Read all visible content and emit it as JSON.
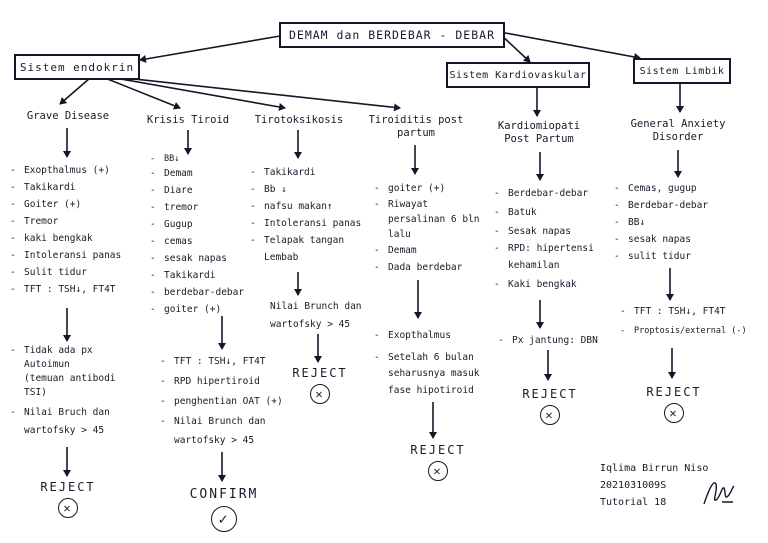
{
  "title": "DEMAM dan BERDEBAR - DEBAR",
  "groups": {
    "endokrin": "Sistem endokrin",
    "kardio": "Sistem Kardiovaskular",
    "limbik": "Sistem Limbik"
  },
  "diseases": {
    "grave": {
      "name": "Grave Disease",
      "findings": [
        "Exopthalmus (+)",
        "Takikardi",
        "Goiter (+)",
        "Tremor",
        "kaki bengkak",
        "Intoleransi panas",
        "Sulit tidur",
        "TFT : TSH↓, FT4T"
      ],
      "detail_lines": [
        "Tidak ada px",
        "Autoimun",
        "(temuan antibodi",
        "TSI)",
        "Nilai Bruch dan",
        "wartofsky > 45"
      ],
      "verdict": "REJECT",
      "mark": "✕"
    },
    "krisis": {
      "name": "Krisis Tiroid",
      "findings": [
        "BB↓",
        "Demam",
        "Diare",
        "tremor",
        "Gugup",
        "cemas",
        "sesak napas",
        "Takikardi",
        "berdebar-debar",
        "goiter (+)"
      ],
      "detail_lines": [
        "TFT : TSH↓, FT4T",
        "RPD hipertiroid",
        "penghentian OAT (+)",
        "Nilai Brunch dan",
        "wartofsky > 45"
      ],
      "verdict": "CONFIRM",
      "mark": "✓"
    },
    "tirotoksikosis": {
      "name": "Tirotoksikosis",
      "findings": [
        "Takikardi",
        "Bb ↓",
        "nafsu makan↑",
        "Intoleransi panas",
        "Telapak tangan",
        "Lembab"
      ],
      "detail_lines": [
        "Nilai Brunch dan",
        "wartofsky > 45"
      ],
      "verdict": "REJECT",
      "mark": "✕"
    },
    "postpartum": {
      "name_lines": [
        "Tiroiditis post",
        "partum"
      ],
      "findings": [
        "goiter (+)",
        "Riwayat",
        "persalinan 6 bln",
        "lalu",
        "Demam",
        "Dada berdebar"
      ],
      "detail_lines": [
        "Exopthalmus",
        "Setelah 6 bulan",
        "seharusnya masuk",
        "fase hipotiroid"
      ],
      "verdict": "REJECT",
      "mark": "✕"
    },
    "kardiomiopati": {
      "name_lines": [
        "Kardiomiopati",
        "Post Partum"
      ],
      "findings": [
        "Berdebar-debar",
        "Batuk",
        "Sesak napas",
        "RPD: hipertensi",
        "kehamilan",
        "Kaki bengkak"
      ],
      "detail_lines": [
        "Px jantung: DBN"
      ],
      "verdict": "REJECT",
      "mark": "✕"
    },
    "gad": {
      "name_lines": [
        "General Anxiety",
        "Disorder"
      ],
      "findings": [
        "Cemas, gugup",
        "Berdebar-debar",
        "BB↓",
        "sesak napas",
        "sulit tidur"
      ],
      "detail_lines": [
        "TFT : TSH↓, FT4T",
        "Proptosis/external (-)"
      ],
      "verdict": "REJECT",
      "mark": "✕"
    }
  },
  "author": {
    "name": "Iqlima Birrun Niso",
    "nim": "2021031009S",
    "tutorial": "Tutorial 18"
  }
}
